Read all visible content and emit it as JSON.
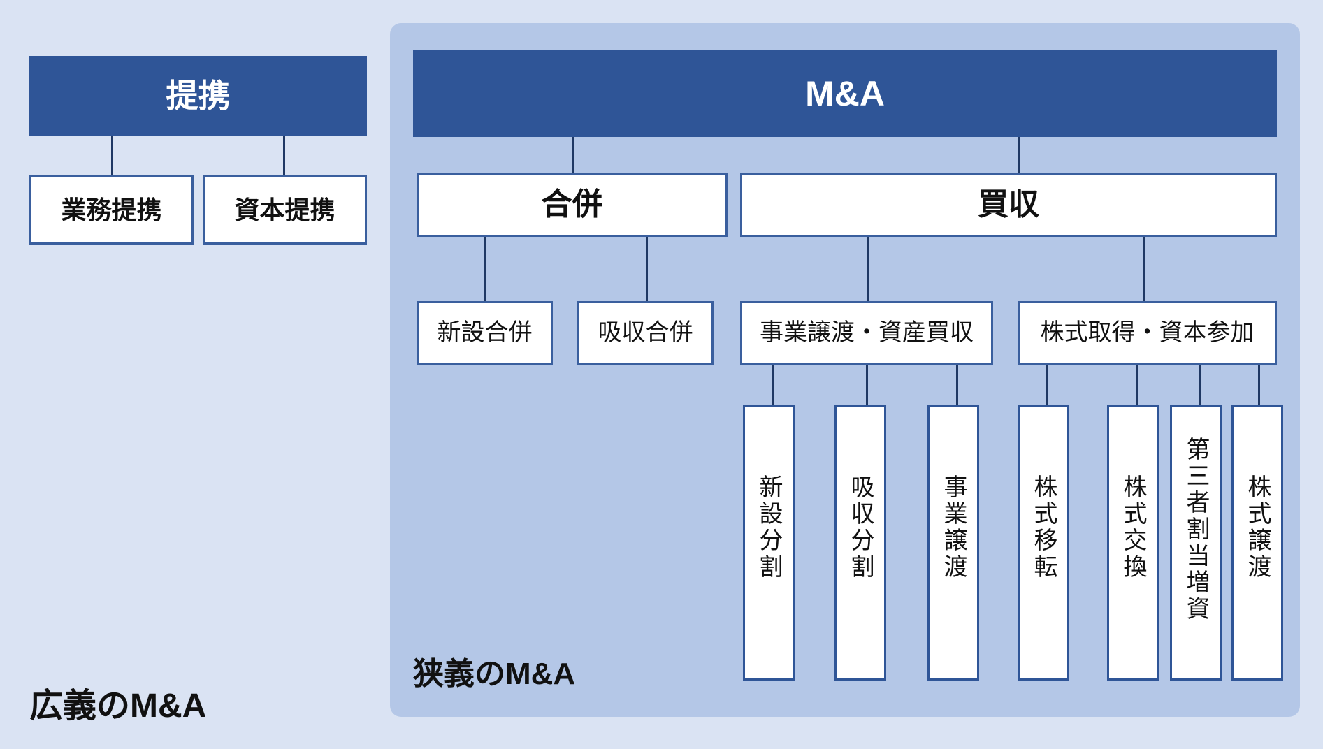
{
  "diagram": {
    "title_left": "提携",
    "title_right": "M&A",
    "captions": {
      "broad": "広義のM&A",
      "narrow": "狭義のM&A"
    },
    "left_branch": {
      "root": "提携",
      "children": [
        {
          "label": "業務提携"
        },
        {
          "label": "資本提携"
        }
      ]
    },
    "right_branch": {
      "root": "M&A",
      "level2": [
        {
          "label": "合併"
        },
        {
          "label": "買収"
        }
      ],
      "level3": [
        {
          "label": "新設合併"
        },
        {
          "label": "吸収合併"
        },
        {
          "label": "事業譲渡・資産買収"
        },
        {
          "label": "株式取得・資本参加"
        }
      ],
      "level4": [
        {
          "label": "新設分割"
        },
        {
          "label": "吸収分割"
        },
        {
          "label": "事業譲渡"
        },
        {
          "label": "株式移転"
        },
        {
          "label": "株式交換"
        },
        {
          "label": "第三者割当増資"
        },
        {
          "label": "株式譲渡"
        }
      ]
    },
    "colors": {
      "page_background": "#dae3f3",
      "inner_panel": "#b4c7e7",
      "header_fill": "#2f5597",
      "box_border": "#3a5f9e",
      "connector": "#1f3864",
      "box_fill": "#ffffff",
      "text": "#111111",
      "header_text": "#ffffff"
    }
  }
}
